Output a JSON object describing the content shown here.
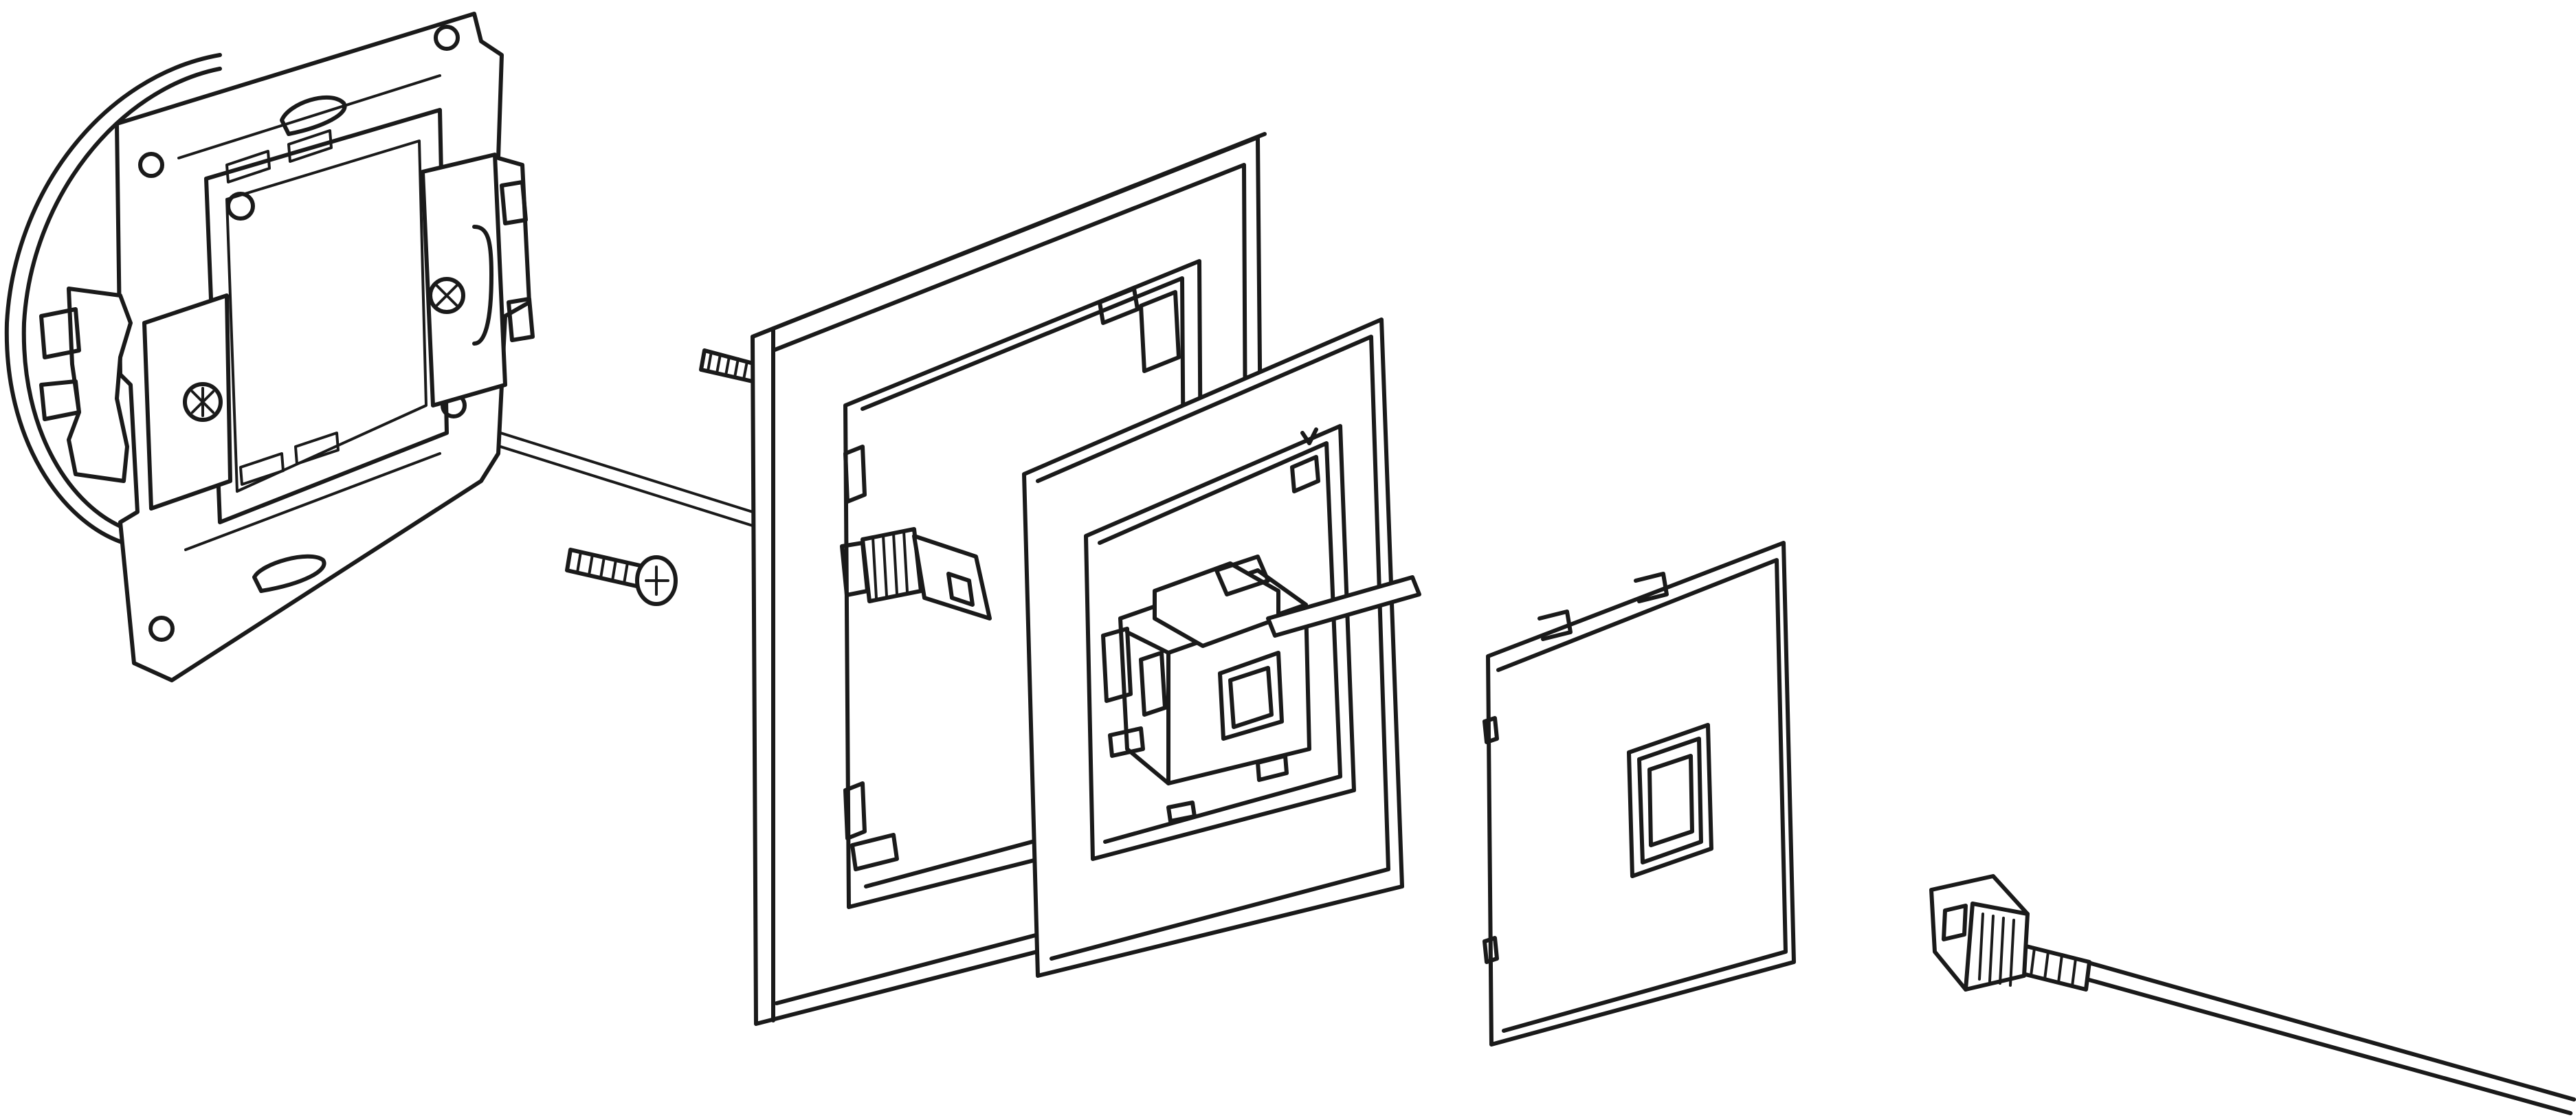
{
  "figure": {
    "type": "exploded-assembly-line-drawing",
    "line_color": "#1a1a1a",
    "background_color": "#ffffff",
    "components": [
      {
        "id": "mounting-bracket",
        "icon": "mounting-bracket-icon"
      },
      {
        "id": "fixing-screw-long",
        "icon": "screw-icon"
      },
      {
        "id": "fixing-screw-short",
        "icon": "screw-icon"
      },
      {
        "id": "outer-frame",
        "icon": "frame-icon"
      },
      {
        "id": "inner-frame-with-adapter",
        "icon": "module-icon"
      },
      {
        "id": "fiber-sc-adapter",
        "icon": "connector-icon"
      },
      {
        "id": "cover-plate",
        "icon": "cover-plate-icon"
      },
      {
        "id": "fiber-patch-cord",
        "icon": "patch-cord-icon"
      }
    ]
  }
}
